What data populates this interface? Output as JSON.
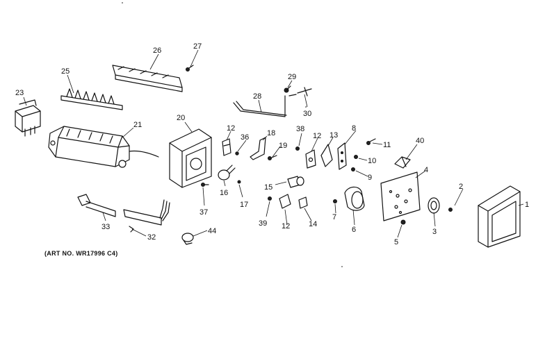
{
  "art_number": "(ART NO. WR17996 C4)",
  "callouts": [
    {
      "id": "p1",
      "label": "1"
    },
    {
      "id": "p2",
      "label": "2"
    },
    {
      "id": "p3",
      "label": "3"
    },
    {
      "id": "p4",
      "label": "4"
    },
    {
      "id": "p5",
      "label": "5"
    },
    {
      "id": "p6",
      "label": "6"
    },
    {
      "id": "p7",
      "label": "7"
    },
    {
      "id": "p8",
      "label": "8"
    },
    {
      "id": "p9",
      "label": "9"
    },
    {
      "id": "p10",
      "label": "10"
    },
    {
      "id": "p11",
      "label": "11"
    },
    {
      "id": "p12a",
      "label": "12"
    },
    {
      "id": "p12b",
      "label": "12"
    },
    {
      "id": "p12c",
      "label": "12"
    },
    {
      "id": "p13",
      "label": "13"
    },
    {
      "id": "p14",
      "label": "14"
    },
    {
      "id": "p15",
      "label": "15"
    },
    {
      "id": "p16",
      "label": "16"
    },
    {
      "id": "p17",
      "label": "17"
    },
    {
      "id": "p18",
      "label": "18"
    },
    {
      "id": "p19",
      "label": "19"
    },
    {
      "id": "p20",
      "label": "20"
    },
    {
      "id": "p21",
      "label": "21"
    },
    {
      "id": "p23",
      "label": "23"
    },
    {
      "id": "p25",
      "label": "25"
    },
    {
      "id": "p26",
      "label": "26"
    },
    {
      "id": "p27",
      "label": "27"
    },
    {
      "id": "p28",
      "label": "28"
    },
    {
      "id": "p29",
      "label": "29"
    },
    {
      "id": "p30",
      "label": "30"
    },
    {
      "id": "p32",
      "label": "32"
    },
    {
      "id": "p33",
      "label": "33"
    },
    {
      "id": "p36",
      "label": "36"
    },
    {
      "id": "p37",
      "label": "37"
    },
    {
      "id": "p38",
      "label": "38"
    },
    {
      "id": "p39",
      "label": "39"
    },
    {
      "id": "p40",
      "label": "40"
    },
    {
      "id": "p44",
      "label": "44"
    }
  ]
}
